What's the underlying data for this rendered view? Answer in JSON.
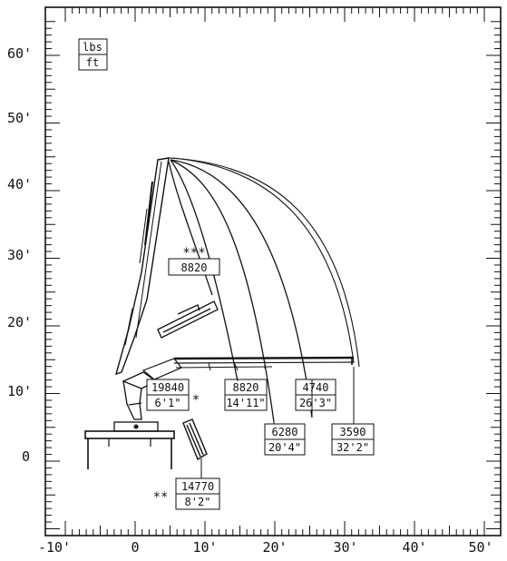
{
  "chart_data": {
    "type": "diagram",
    "units": {
      "load": "lbs",
      "distance": "ft"
    },
    "x_ticks": [
      "-10'",
      "0",
      "10'",
      "20'",
      "30'",
      "40'",
      "50'"
    ],
    "y_ticks": [
      "60'",
      "50'",
      "40'",
      "30'",
      "20'",
      "10'",
      "0"
    ],
    "xlim": [
      -10,
      50
    ],
    "ylim": [
      -10,
      65
    ],
    "load_boxes": [
      {
        "id": "lb1",
        "load": "19840",
        "reach": "6'1\"",
        "star": "*"
      },
      {
        "id": "lb2",
        "load": "8820",
        "reach": "14'11\""
      },
      {
        "id": "lb3",
        "load": "4740",
        "reach": "26'3\""
      },
      {
        "id": "lb4",
        "load": "6280",
        "reach": "20'4\""
      },
      {
        "id": "lb5",
        "load": "3590",
        "reach": "32'2\""
      },
      {
        "id": "lb6",
        "load": "14770",
        "reach": "8'2\"",
        "star": "**"
      }
    ],
    "top_box": {
      "stars": "***",
      "load": "8820"
    }
  }
}
